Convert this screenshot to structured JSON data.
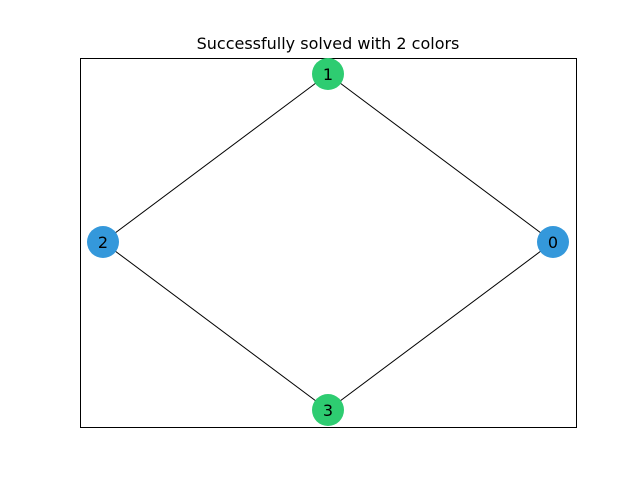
{
  "title": "Successfully solved with 2 colors",
  "palette": {
    "blue": "#3498db",
    "green": "#2ecc71",
    "edge": "#000000",
    "frame": "#000000"
  },
  "graph": {
    "nodes": [
      {
        "id": "0",
        "label": "0",
        "color": "blue"
      },
      {
        "id": "1",
        "label": "1",
        "color": "green"
      },
      {
        "id": "2",
        "label": "2",
        "color": "blue"
      },
      {
        "id": "3",
        "label": "3",
        "color": "green"
      }
    ],
    "edges": [
      [
        "1",
        "0"
      ],
      [
        "1",
        "2"
      ],
      [
        "2",
        "3"
      ],
      [
        "3",
        "0"
      ]
    ]
  }
}
